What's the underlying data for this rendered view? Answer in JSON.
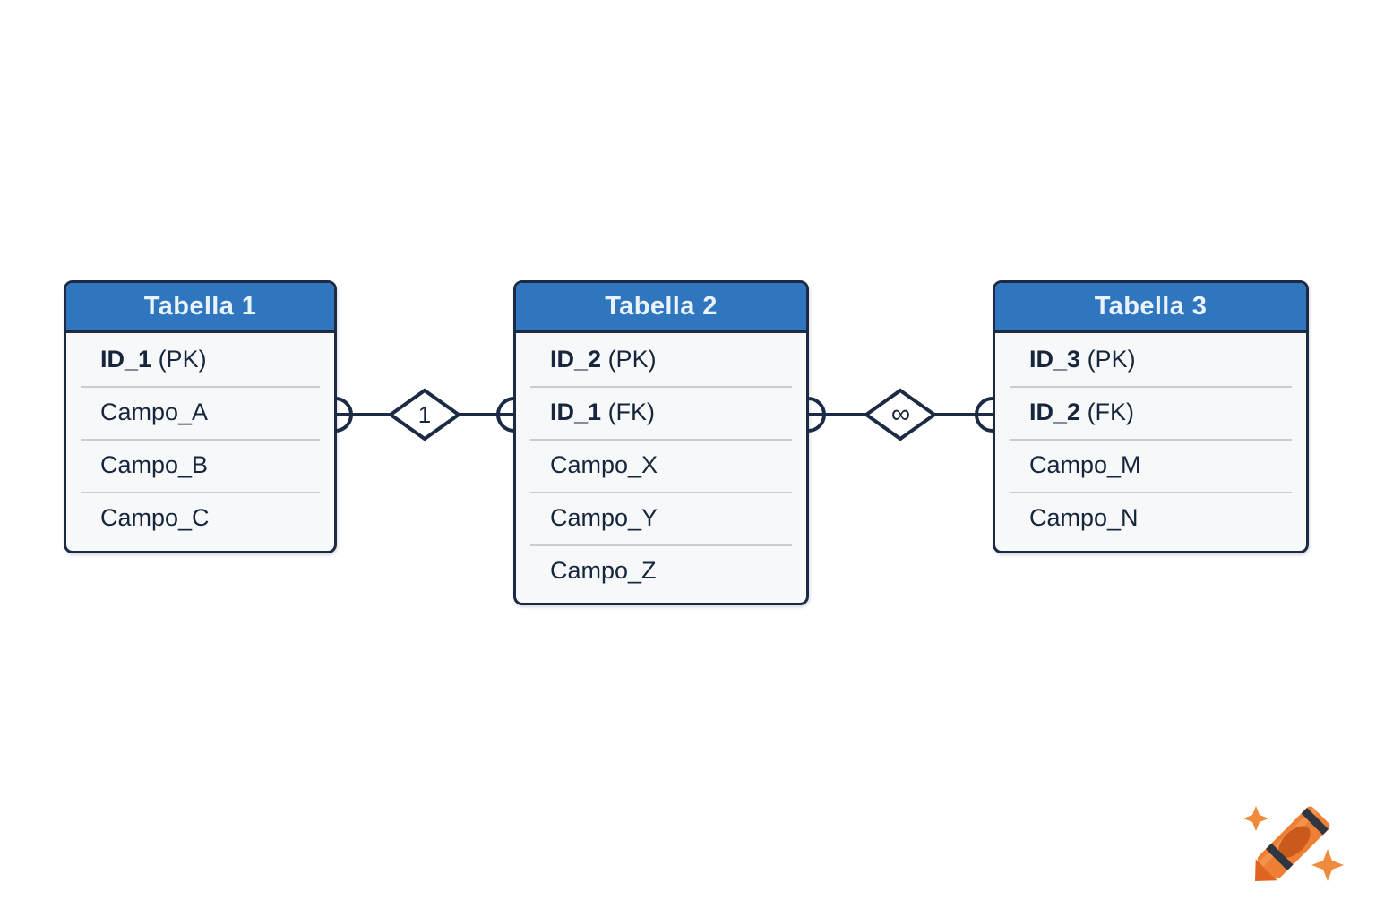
{
  "diagram": {
    "type": "entity-relationship-diagram",
    "background_color": "#ffffff",
    "header_color": "#2f76bf",
    "border_color": "#1c2b45",
    "body_color": "#f6f8f9",
    "header_text_color": "#e9f3fd",
    "field_text_color": "#17263c",
    "separator_color": "#c9ced4"
  },
  "tables": [
    {
      "id": "tabella-1",
      "title": "Tabella 1",
      "fields": [
        {
          "key": "ID_1",
          "suffix": "(PK)",
          "bold": true
        },
        {
          "key": "Campo_A",
          "suffix": "",
          "bold": false
        },
        {
          "key": "Campo_B",
          "suffix": "",
          "bold": false
        },
        {
          "key": "Campo_C",
          "suffix": "",
          "bold": false
        }
      ]
    },
    {
      "id": "tabella-2",
      "title": "Tabella 2",
      "fields": [
        {
          "key": "ID_2",
          "suffix": "(PK)",
          "bold": true
        },
        {
          "key": "ID_1",
          "suffix": "(FK)",
          "bold": true
        },
        {
          "key": "Campo_X",
          "suffix": "",
          "bold": false
        },
        {
          "key": "Campo_Y",
          "suffix": "",
          "bold": false
        },
        {
          "key": "Campo_Z",
          "suffix": "",
          "bold": false
        }
      ]
    },
    {
      "id": "tabella-3",
      "title": "Tabella 3",
      "fields": [
        {
          "key": "ID_3",
          "suffix": "(PK)",
          "bold": true
        },
        {
          "key": "ID_2",
          "suffix": "(FK)",
          "bold": true
        },
        {
          "key": "Campo_M",
          "suffix": "",
          "bold": false
        },
        {
          "key": "Campo_N",
          "suffix": "",
          "bold": false
        }
      ]
    }
  ],
  "relationships": [
    {
      "id": "rel-1-2",
      "from": "Tabella 1",
      "to": "Tabella 2",
      "label": "1"
    },
    {
      "id": "rel-2-3",
      "from": "Tabella 2",
      "to": "Tabella 3",
      "label": "∞"
    }
  ],
  "watermark": {
    "name": "crayon-logo",
    "body_color": "#ef7f35",
    "tip_color": "#e2651f",
    "band_color": "#2f3640",
    "sparkle_color": "#f08a3c"
  }
}
